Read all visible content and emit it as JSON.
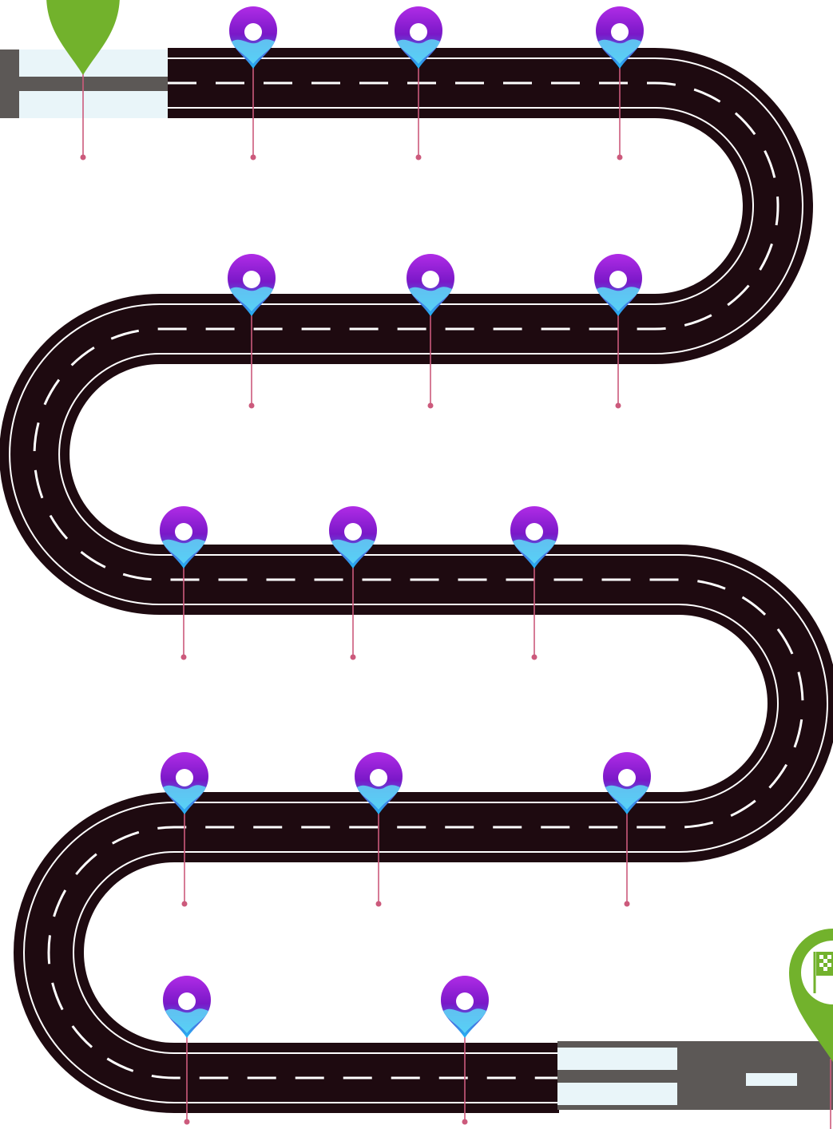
{
  "diagram": {
    "kind": "winding-road-roadmap",
    "rows": 5,
    "milestone_counts_per_row": [
      3,
      3,
      3,
      3,
      2
    ],
    "milestone_total": 14,
    "start_marker_icon": "location-pin-icon",
    "finish_marker_icon": "checkered-flag-icon",
    "milestone_icon": "location-pin-icon"
  },
  "colors": {
    "road": "#1e0a10",
    "road_edge_line": "#ffffff",
    "lane_dash": "#ffffff",
    "approach_road": "#5c5856",
    "approach_highlight": "#e9f5f9",
    "pin_top": "#b02ce6",
    "pin_mid": "#7a18c8",
    "pin_bottom": "#20b8f4",
    "pin_wave": "#5fd9f7",
    "leader_line": "#cc5a7c",
    "start_finish_marker": "#72b22c"
  }
}
